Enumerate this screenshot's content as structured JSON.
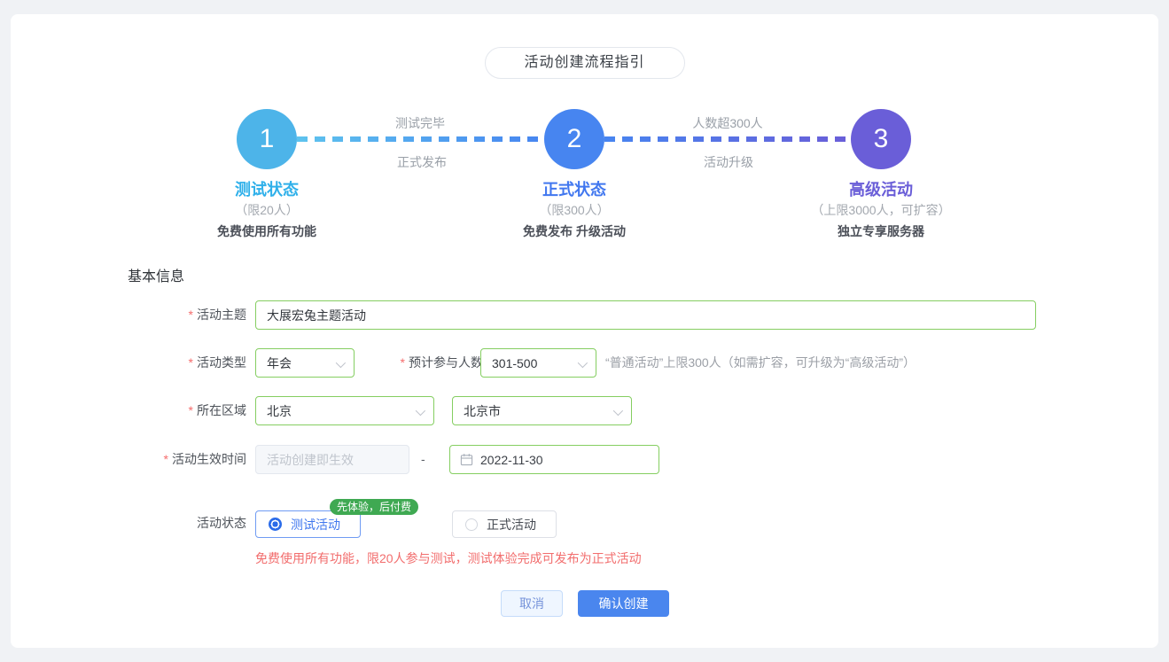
{
  "guide": {
    "title": "活动创建流程指引"
  },
  "stepper": {
    "steps": [
      {
        "number": "1",
        "title": "测试状态",
        "subtitle": "（限20人）",
        "desc": "免费使用所有功能",
        "color": "#4db4e9",
        "title_color": "#2fb0ea"
      },
      {
        "number": "2",
        "title": "正式状态",
        "subtitle": "（限300人）",
        "desc": "免费发布 升级活动",
        "color": "#4785f0",
        "title_color": "#4177ef"
      },
      {
        "number": "3",
        "title": "高级活动",
        "subtitle": "（上限3000人，可扩容）",
        "desc": "独立专享服务器",
        "color": "#6a5ed8",
        "title_color": "#6a5ed8"
      }
    ],
    "connectors": [
      {
        "top_label": "测试完毕",
        "bottom_label": "正式发布",
        "color_from": "#5ec3ee",
        "color_to": "#4785f0"
      },
      {
        "top_label": "人数超300人",
        "bottom_label": "活动升级",
        "color_from": "#4785f0",
        "color_to": "#6a5ed8"
      }
    ]
  },
  "form": {
    "section_title": "基本信息",
    "required_mark": "*",
    "theme": {
      "label": "活动主题",
      "value": "大展宏兔主题活动"
    },
    "type": {
      "label": "活动类型",
      "value": "年会"
    },
    "attendees": {
      "label": "预计参与人数",
      "value": "301-500",
      "hint": "“普通活动”上限300人（如需扩容，可升级为“高级活动”）"
    },
    "region": {
      "label": "所在区域",
      "province": "北京",
      "city": "北京市"
    },
    "effective_time": {
      "label": "活动生效时间",
      "start_placeholder": "活动创建即生效",
      "separator": "-",
      "end_value": "2022-11-30"
    },
    "status": {
      "label": "活动状态",
      "badge": "先体验，后付费",
      "options": [
        {
          "label": "测试活动",
          "selected": true
        },
        {
          "label": "正式活动",
          "selected": false
        }
      ],
      "note": "免费使用所有功能，限20人参与测试，测试体验完成可发布为正式活动"
    }
  },
  "footer": {
    "cancel_label": "取消",
    "confirm_label": "确认创建"
  },
  "colors": {
    "accent_blue": "#4a86ee",
    "success_green": "#85ce61",
    "error_red": "#f26d6d",
    "badge_green": "#3fa952"
  }
}
